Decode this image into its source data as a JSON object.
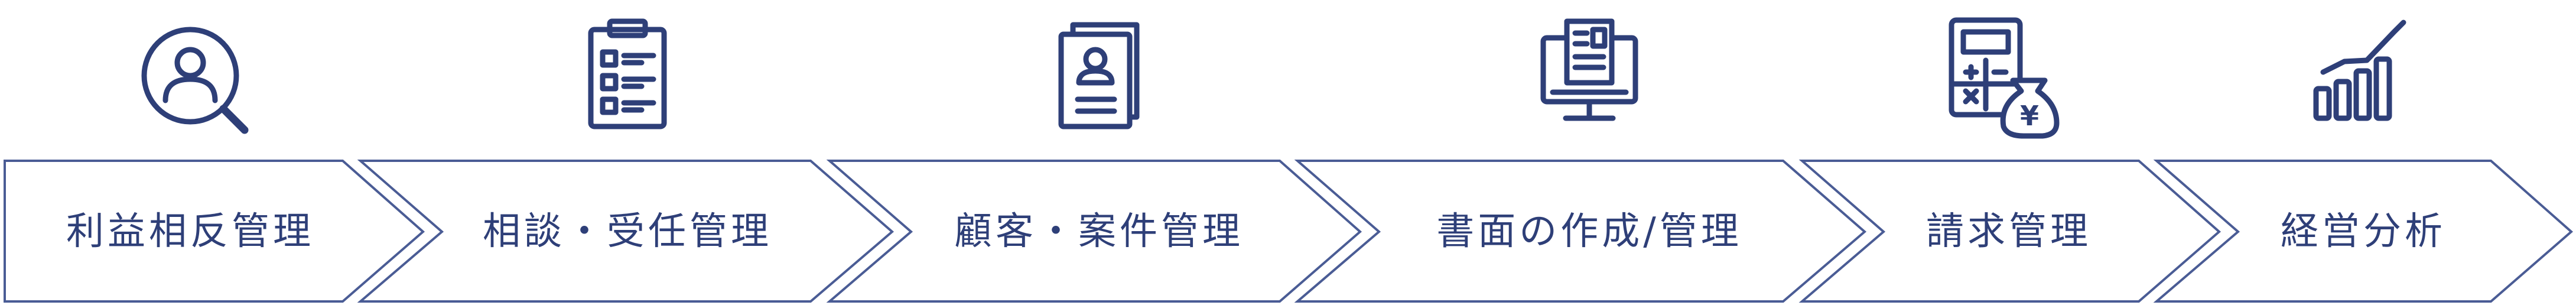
{
  "flow": {
    "steps": [
      {
        "label": "利益相反管理",
        "icon": "user-search-icon"
      },
      {
        "label": "相談・受任管理",
        "icon": "clipboard-checklist-icon"
      },
      {
        "label": "顧客・案件管理",
        "icon": "profile-documents-icon"
      },
      {
        "label": "書面の作成/管理",
        "icon": "monitor-document-icon"
      },
      {
        "label": "請求管理",
        "icon": "calculator-yen-bag-icon"
      },
      {
        "label": "経営分析",
        "icon": "growth-bar-chart-icon"
      }
    ]
  },
  "colors": {
    "accent": "#2e3f78",
    "outline": "#4a5c95",
    "background": "#ffffff"
  }
}
